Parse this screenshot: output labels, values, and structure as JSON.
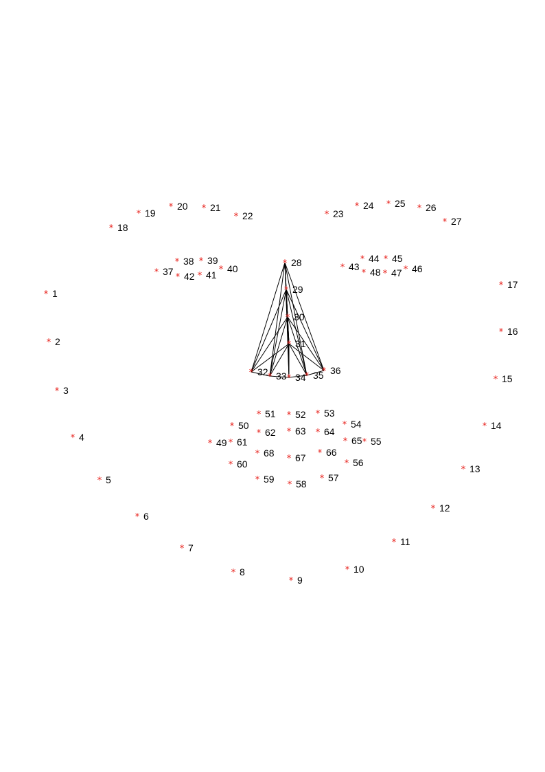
{
  "diagram": {
    "marker_symbol": "*",
    "marker_color": "#e8201b",
    "line_color": "#000000",
    "points": [
      {
        "id": 1,
        "label": "1"
      },
      {
        "id": 2,
        "label": "2"
      },
      {
        "id": 3,
        "label": "3"
      },
      {
        "id": 4,
        "label": "4"
      },
      {
        "id": 5,
        "label": "5"
      },
      {
        "id": 6,
        "label": "6"
      },
      {
        "id": 7,
        "label": "7"
      },
      {
        "id": 8,
        "label": "8"
      },
      {
        "id": 9,
        "label": "9"
      },
      {
        "id": 10,
        "label": "10"
      },
      {
        "id": 11,
        "label": "11"
      },
      {
        "id": 12,
        "label": "12"
      },
      {
        "id": 13,
        "label": "13"
      },
      {
        "id": 14,
        "label": "14"
      },
      {
        "id": 15,
        "label": "15"
      },
      {
        "id": 16,
        "label": "16"
      },
      {
        "id": 17,
        "label": "17"
      },
      {
        "id": 18,
        "label": "18"
      },
      {
        "id": 19,
        "label": "19"
      },
      {
        "id": 20,
        "label": "20"
      },
      {
        "id": 21,
        "label": "21"
      },
      {
        "id": 22,
        "label": "22"
      },
      {
        "id": 23,
        "label": "23"
      },
      {
        "id": 24,
        "label": "24"
      },
      {
        "id": 25,
        "label": "25"
      },
      {
        "id": 26,
        "label": "26"
      },
      {
        "id": 27,
        "label": "27"
      },
      {
        "id": 28,
        "label": "28"
      },
      {
        "id": 29,
        "label": "29"
      },
      {
        "id": 30,
        "label": "30"
      },
      {
        "id": 31,
        "label": "31"
      },
      {
        "id": 32,
        "label": "32"
      },
      {
        "id": 33,
        "label": "33"
      },
      {
        "id": 34,
        "label": "34"
      },
      {
        "id": 35,
        "label": "35"
      },
      {
        "id": 36,
        "label": "36"
      },
      {
        "id": 37,
        "label": "37"
      },
      {
        "id": 38,
        "label": "38"
      },
      {
        "id": 39,
        "label": "39"
      },
      {
        "id": 40,
        "label": "40"
      },
      {
        "id": 41,
        "label": "41"
      },
      {
        "id": 42,
        "label": "42"
      },
      {
        "id": 43,
        "label": "43"
      },
      {
        "id": 44,
        "label": "44"
      },
      {
        "id": 45,
        "label": "45"
      },
      {
        "id": 46,
        "label": "46"
      },
      {
        "id": 47,
        "label": "47"
      },
      {
        "id": 48,
        "label": "48"
      },
      {
        "id": 49,
        "label": "49"
      },
      {
        "id": 50,
        "label": "50"
      },
      {
        "id": 51,
        "label": "51"
      },
      {
        "id": 52,
        "label": "52"
      },
      {
        "id": 53,
        "label": "53"
      },
      {
        "id": 54,
        "label": "54"
      },
      {
        "id": 55,
        "label": "55"
      },
      {
        "id": 56,
        "label": "56"
      },
      {
        "id": 57,
        "label": "57"
      },
      {
        "id": 58,
        "label": "58"
      },
      {
        "id": 59,
        "label": "59"
      },
      {
        "id": 60,
        "label": "60"
      },
      {
        "id": 61,
        "label": "61"
      },
      {
        "id": 62,
        "label": "62"
      },
      {
        "id": 63,
        "label": "63"
      },
      {
        "id": 64,
        "label": "64"
      },
      {
        "id": 65,
        "label": "65"
      },
      {
        "id": 66,
        "label": "66"
      },
      {
        "id": 67,
        "label": "67"
      },
      {
        "id": 68,
        "label": "68"
      }
    ],
    "edges": [
      [
        28,
        29
      ],
      [
        28,
        30
      ],
      [
        28,
        31
      ],
      [
        28,
        32
      ],
      [
        28,
        33
      ],
      [
        28,
        34
      ],
      [
        28,
        35
      ],
      [
        28,
        36
      ],
      [
        29,
        30
      ],
      [
        29,
        31
      ],
      [
        29,
        32
      ],
      [
        29,
        33
      ],
      [
        29,
        34
      ],
      [
        29,
        35
      ],
      [
        29,
        36
      ],
      [
        30,
        31
      ],
      [
        30,
        32
      ],
      [
        30,
        33
      ],
      [
        30,
        34
      ],
      [
        30,
        35
      ],
      [
        30,
        36
      ],
      [
        31,
        32
      ],
      [
        31,
        33
      ],
      [
        31,
        34
      ],
      [
        31,
        35
      ],
      [
        31,
        36
      ],
      [
        32,
        33
      ],
      [
        33,
        34
      ],
      [
        34,
        35
      ],
      [
        35,
        36
      ]
    ]
  }
}
